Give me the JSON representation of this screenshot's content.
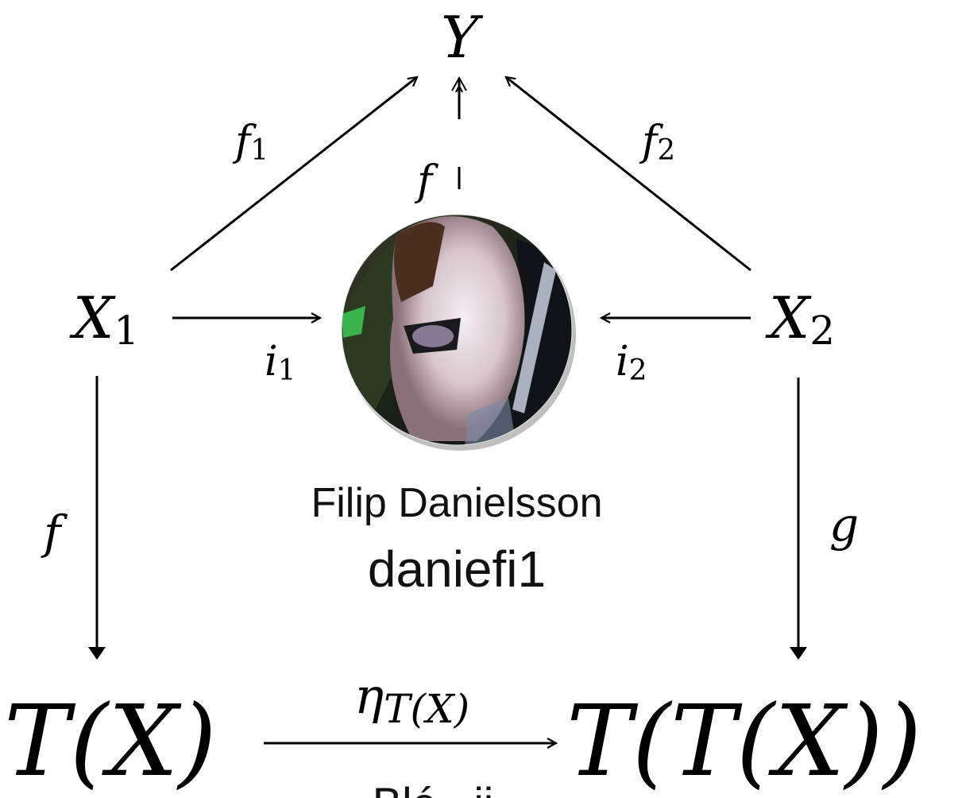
{
  "nodes": {
    "Y": "Y",
    "X1": "X",
    "X1_sub": "1",
    "X2": "X",
    "X2_sub": "2",
    "TX": "T(X)",
    "TTX": "T(T(X))"
  },
  "arrows": {
    "f1": "f",
    "f1_sub": "1",
    "f2": "f",
    "f2_sub": "2",
    "f_up": "f",
    "i1": "i",
    "i1_sub": "1",
    "i2": "i",
    "i2_sub": "2",
    "f_down": "f",
    "g": "g",
    "eta": "η",
    "eta_sub": "T(X)"
  },
  "profile": {
    "name": "Filip Danielsson",
    "username": "daniefi1",
    "partial_bottom": "Blé...ii"
  },
  "colors": {
    "ink": "#000000",
    "text": "#111111"
  }
}
